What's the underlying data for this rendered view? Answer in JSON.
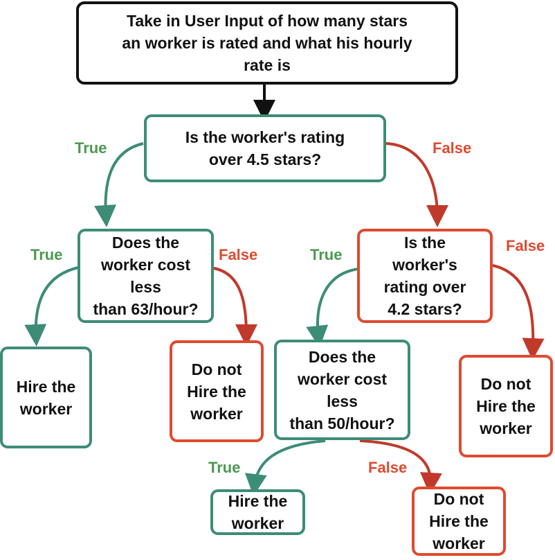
{
  "colors": {
    "true": "#3d8c76",
    "false": "#c0392b",
    "border_black": "#111111"
  },
  "nodes": {
    "start": "Take in User Input of how many stars\nan worker is rated and what his hourly\nrate is",
    "q_rating_45": "Is the worker's rating\nover 4.5 stars?",
    "q_cost_63": "Does the\nworker cost\nless\nthan 63/hour?",
    "q_rating_42": "Is the\nworker's\nrating over\n4.2 stars?",
    "hire_1": "Hire the\nworker",
    "no_hire_1": "Do not\nHire the\nworker",
    "q_cost_50": "Does the\nworker cost\nless\nthan 50/hour?",
    "no_hire_2": "Do not\nHire the\nworker",
    "hire_2": "Hire the\nworker",
    "no_hire_3": "Do not\nHire the\nworker"
  },
  "labels": {
    "true_label": "True",
    "false_label": "False"
  }
}
